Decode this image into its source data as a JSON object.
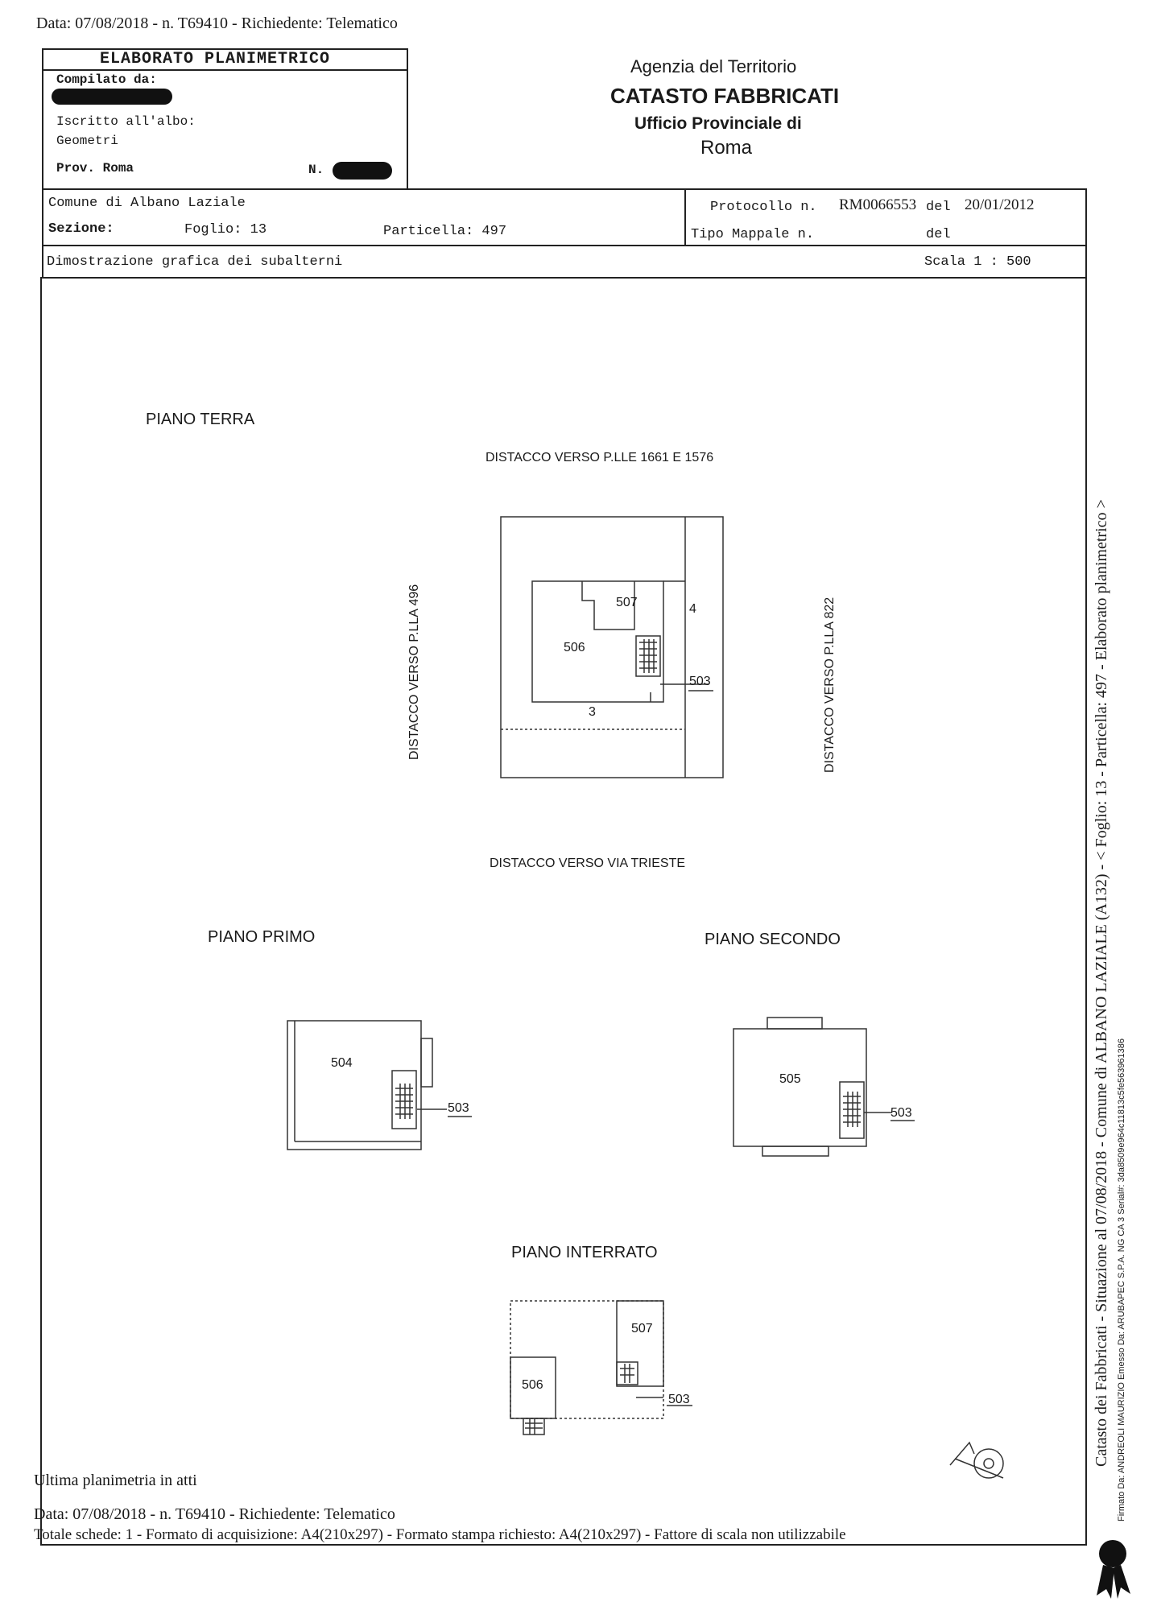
{
  "header": {
    "top_line": "Data: 07/08/2018 - n. T69410 - Richiedente: Telematico"
  },
  "elaborato": {
    "title": "ELABORATO PLANIMETRICO",
    "compilato": "Compilato da:",
    "iscritto": "Iscritto all'albo:",
    "albo": "Geometri",
    "prov": "Prov. Roma",
    "n_label": "N."
  },
  "agenzia": {
    "line1": "Agenzia del Territorio",
    "line2": "CATASTO FABBRICATI",
    "line3": "Ufficio Provinciale di",
    "line4": "Roma"
  },
  "info": {
    "comune": "Comune di Albano Laziale",
    "sezione": "Sezione:",
    "foglio": "Foglio: 13",
    "particella": "Particella: 497",
    "protocollo_label": "Protocollo n.",
    "protocollo_value": "RM0066553",
    "del1": "del",
    "date1": "20/01/2012",
    "tipo_mappale": "Tipo Mappale n.",
    "del2": "del",
    "dimostrazione": "Dimostrazione grafica dei subalterni",
    "scala": "Scala 1 : 500"
  },
  "plan": {
    "piano_terra": "PIANO TERRA",
    "distacco_top": "DISTACCO VERSO  P.LLE 1661 E 1576",
    "distacco_left": "DISTACCO VERSO P.LLA  496",
    "distacco_right": "DISTACCO VERSO  P.LLA  822",
    "distacco_bottom": "DISTACCO VERSO VIA TRIESTE",
    "terra_507": "507",
    "terra_506": "506",
    "terra_4": "4",
    "terra_503": "503",
    "terra_3": "3",
    "piano_primo": "PIANO PRIMO",
    "primo_504": "504",
    "primo_503": "503",
    "piano_secondo": "PIANO SECONDO",
    "secondo_505": "505",
    "secondo_503": "503",
    "piano_interrato": "PIANO INTERRATO",
    "int_507": "507",
    "int_506": "506",
    "int_503": "503"
  },
  "footer": {
    "ultima": "Ultima planimetria in atti",
    "data": "Data: 07/08/2018 - n. T69410 - Richiedente: Telematico",
    "totale": "Totale schede: 1 - Formato di acquisizione: A4(210x297)  - Formato stampa richiesto: A4(210x297) - Fattore di scala non utilizzabile"
  },
  "side": {
    "catasto": "Catasto dei Fabbricati - Situazione al 07/08/2018 - Comune di ALBANO LAZIALE (A132) - < Foglio: 13 - Particella: 497 - Elaborato planimetrico >",
    "firmato": "Firmato Da: ANDREOLI MAURIZIO Emesso Da: ARUBAPEC S.P.A. NG CA 3 Serial#: 3da8509e964c11813c5fe563961386"
  },
  "icons": [
    "north-arrow-icon",
    "ribbon-seal-icon"
  ]
}
